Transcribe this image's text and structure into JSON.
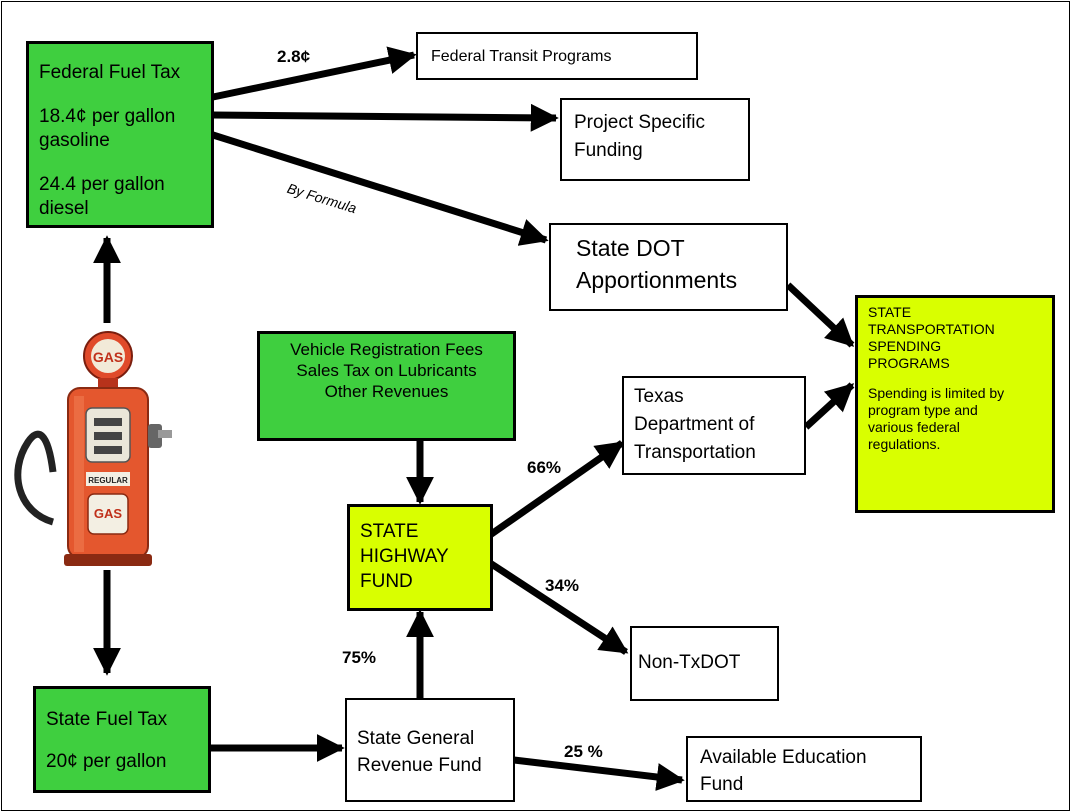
{
  "federal_fuel_tax": {
    "title": "Federal Fuel Tax",
    "gasoline_line1": "18.4¢ per gallon",
    "gasoline_line2": "gasoline",
    "diesel_line1": "24.4 per gallon",
    "diesel_line2": "diesel"
  },
  "federal_transit": {
    "label": "Federal Transit Programs"
  },
  "project_specific": {
    "line1": "Project Specific",
    "line2": "Funding"
  },
  "state_dot": {
    "line1": "State DOT",
    "line2": "Apportionments"
  },
  "edge_labels": {
    "transit_share": "2.8¢",
    "by_formula": "By Formula",
    "txdot_share": "66%",
    "non_txdot_share": "34%",
    "highway_share": "75%",
    "education_share": "25 %"
  },
  "vehicle_revenues": {
    "line1": "Vehicle Registration Fees",
    "line2": "Sales Tax on Lubricants",
    "line3": "Other Revenues"
  },
  "state_highway_fund": {
    "line1": "STATE",
    "line2": "HIGHWAY",
    "line3": "FUND"
  },
  "txdot": {
    "line1": "Texas",
    "line2": "Department of",
    "line3": "Transportation"
  },
  "state_programs": {
    "line1": "STATE",
    "line2": "TRANSPORTATION",
    "line3": "SPENDING",
    "line4": "PROGRAMS",
    "note1": "Spending is limited by",
    "note2": "program type and",
    "note3": "various federal",
    "note4": "regulations."
  },
  "non_txdot": {
    "label": "Non-TxDOT"
  },
  "state_fuel_tax": {
    "title": "State Fuel Tax",
    "rate": "20¢ per gallon"
  },
  "general_revenue": {
    "line1": "State General",
    "line2": "Revenue Fund"
  },
  "education_fund": {
    "line1": "Available Education",
    "line2": "Fund"
  },
  "gas_pump": {
    "top_sign": "GAS",
    "nozzle_label": "REGULAR",
    "bottom_sign": "GAS"
  }
}
